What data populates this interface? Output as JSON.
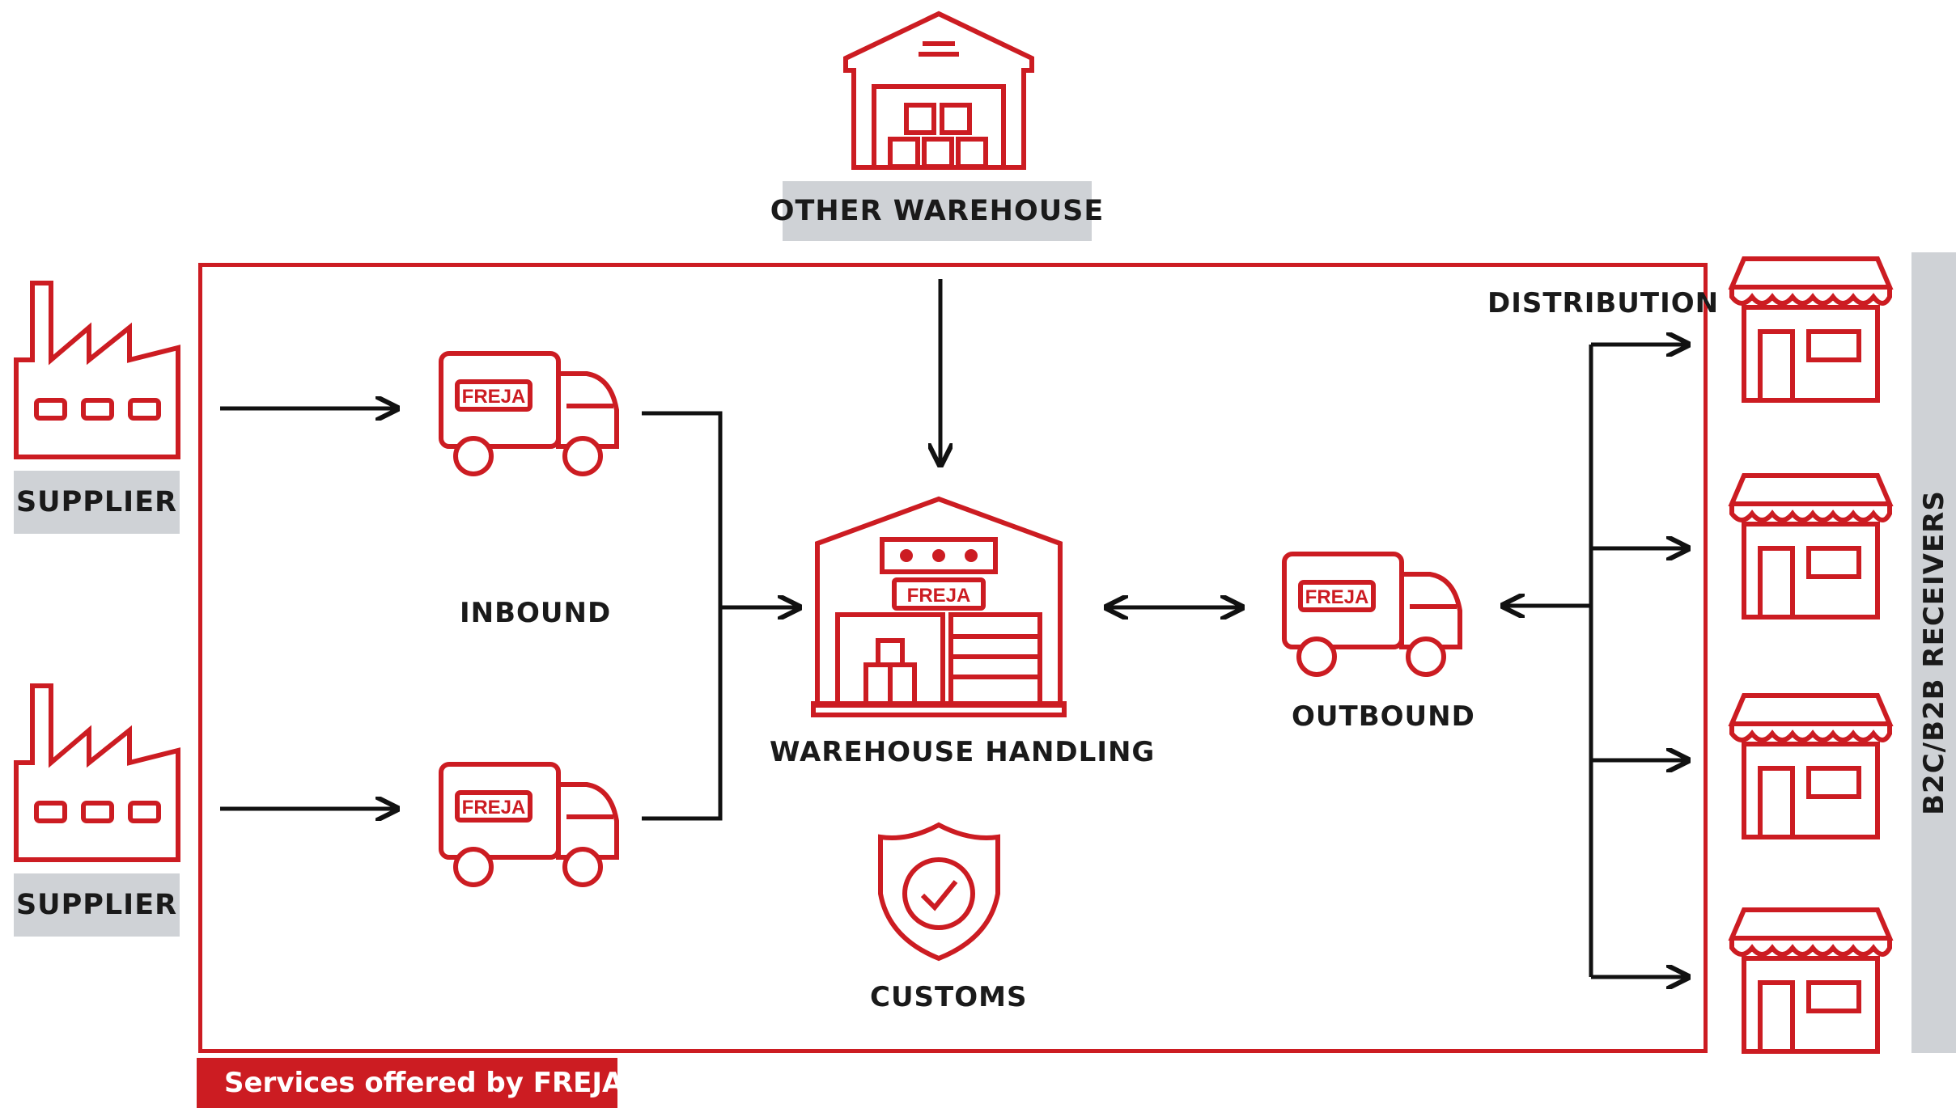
{
  "colors": {
    "brand_red": "#cc1c22",
    "tag_gray": "#cfd2d6",
    "line": "#111111"
  },
  "labels": {
    "other_warehouse": "OTHER WAREHOUSE",
    "supplier_1": "SUPPLIER",
    "supplier_2": "SUPPLIER",
    "inbound": "INBOUND",
    "warehouse_handling": "WAREHOUSE HANDLING",
    "outbound": "OUTBOUND",
    "customs": "CUSTOMS",
    "distribution": "DISTRIBUTION",
    "receivers": "B2C/B2B RECEIVERS",
    "services": "Services offered by FREJA"
  },
  "brand": {
    "truck_logo": "FREJA"
  },
  "icons": {
    "supplier": "factory-icon",
    "truck": "truck-icon",
    "warehouse": "warehouse-icon",
    "customs": "shield-check-icon",
    "receiver": "storefront-icon"
  }
}
